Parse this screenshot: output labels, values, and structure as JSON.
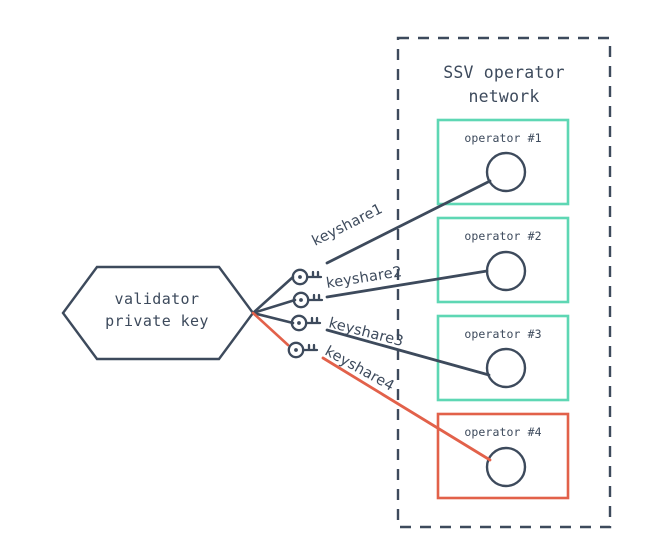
{
  "diagram": {
    "title": "SSV operator network",
    "title_lines": [
      "SSV operator",
      "network"
    ],
    "source_node": {
      "label_lines": [
        "validator",
        "private key"
      ],
      "label": "validator private key",
      "shape": "hexagon",
      "stroke": "#3d4a5c"
    },
    "container": {
      "name": "ssv-operator-network",
      "border_style": "dashed",
      "border_color": "#3d4a5c"
    },
    "colors": {
      "dark": "#3d4a5c",
      "teal": "#5ed7b4",
      "red": "#e2614a",
      "background": "#ffffff"
    },
    "keys": [
      {
        "name": "key-icon-1",
        "share": "keyshare1"
      },
      {
        "name": "key-icon-2",
        "share": "keyshare2"
      },
      {
        "name": "key-icon-3",
        "share": "keyshare3"
      },
      {
        "name": "key-icon-4",
        "share": "keyshare4"
      }
    ],
    "edges": [
      {
        "label": "keyshare1",
        "color": "#3d4a5c",
        "to": "operator #1"
      },
      {
        "label": "keyshare2",
        "color": "#3d4a5c",
        "to": "operator #2"
      },
      {
        "label": "keyshare3",
        "color": "#3d4a5c",
        "to": "operator #3"
      },
      {
        "label": "keyshare4",
        "color": "#e2614a",
        "to": "operator #4"
      }
    ],
    "operators": [
      {
        "label": "operator #1",
        "border_color": "#5ed7b4",
        "node_color": "#3d4a5c"
      },
      {
        "label": "operator #2",
        "border_color": "#5ed7b4",
        "node_color": "#3d4a5c"
      },
      {
        "label": "operator #3",
        "border_color": "#5ed7b4",
        "node_color": "#3d4a5c"
      },
      {
        "label": "operator #4",
        "border_color": "#e2614a",
        "node_color": "#3d4a5c"
      }
    ]
  }
}
